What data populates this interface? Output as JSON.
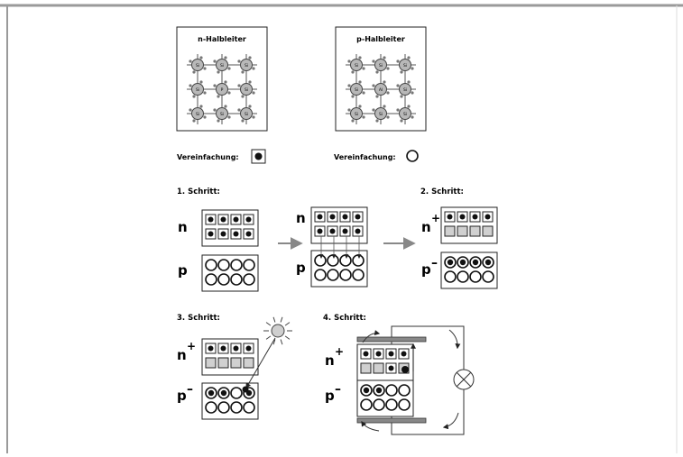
{
  "labels": {
    "n_title": "n-Halbleiter",
    "p_title": "p-Halbleiter",
    "simplification": "Vereinfachung:",
    "step1": "1. Schritt:",
    "step2": "2. Schritt:",
    "step3": "3. Schritt:",
    "step4": "4. Schritt:",
    "n": "n",
    "p": "p",
    "n_plus": "n",
    "p_minus": "p",
    "plus": "+",
    "minus": "–",
    "si": "Si",
    "dopant_n": "P",
    "dopant_p": "Al"
  },
  "colors": {
    "frame": "#9a9a9a",
    "cell_fill": "#d0d0d0",
    "atom_fill": "#b8b8b8",
    "sun_fill": "#cfcfcf",
    "arrow": "#888888"
  }
}
